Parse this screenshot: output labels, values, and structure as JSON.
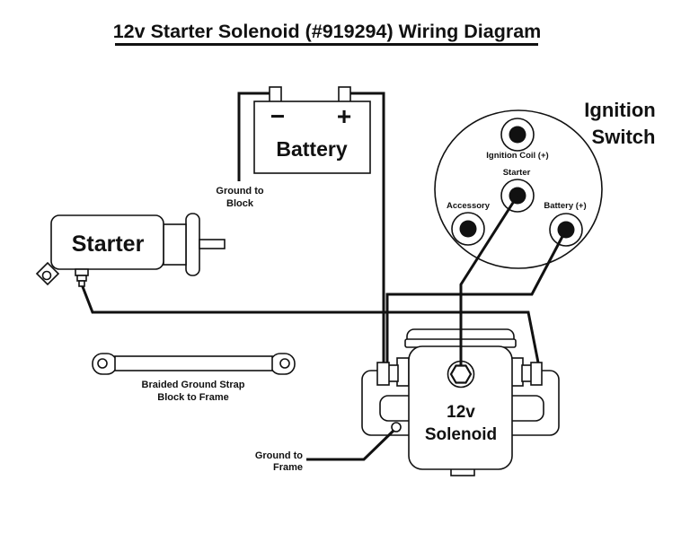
{
  "colors": {
    "background": "#ffffff",
    "line": "#111111"
  },
  "title": "12v Starter Solenoid (#919294) Wiring Diagram",
  "battery": {
    "label": "Battery",
    "minus_symbol": "−",
    "plus_symbol": "+"
  },
  "ignition_switch": {
    "title_line1": "Ignition",
    "title_line2": "Switch",
    "terminals": {
      "ignition_coil": "Ignition Coil (+)",
      "starter": "Starter",
      "accessory": "Accessory",
      "battery": "Battery (+)"
    }
  },
  "starter": {
    "label": "Starter"
  },
  "solenoid": {
    "label_line1": "12v",
    "label_line2": "Solenoid"
  },
  "ground_strap": {
    "label_line1": "Braided Ground Strap",
    "label_line2": "Block to Frame"
  },
  "ground_to_block": {
    "line1": "Ground to",
    "line2": "Block"
  },
  "ground_to_frame": {
    "line1": "Ground to",
    "line2": "Frame"
  }
}
